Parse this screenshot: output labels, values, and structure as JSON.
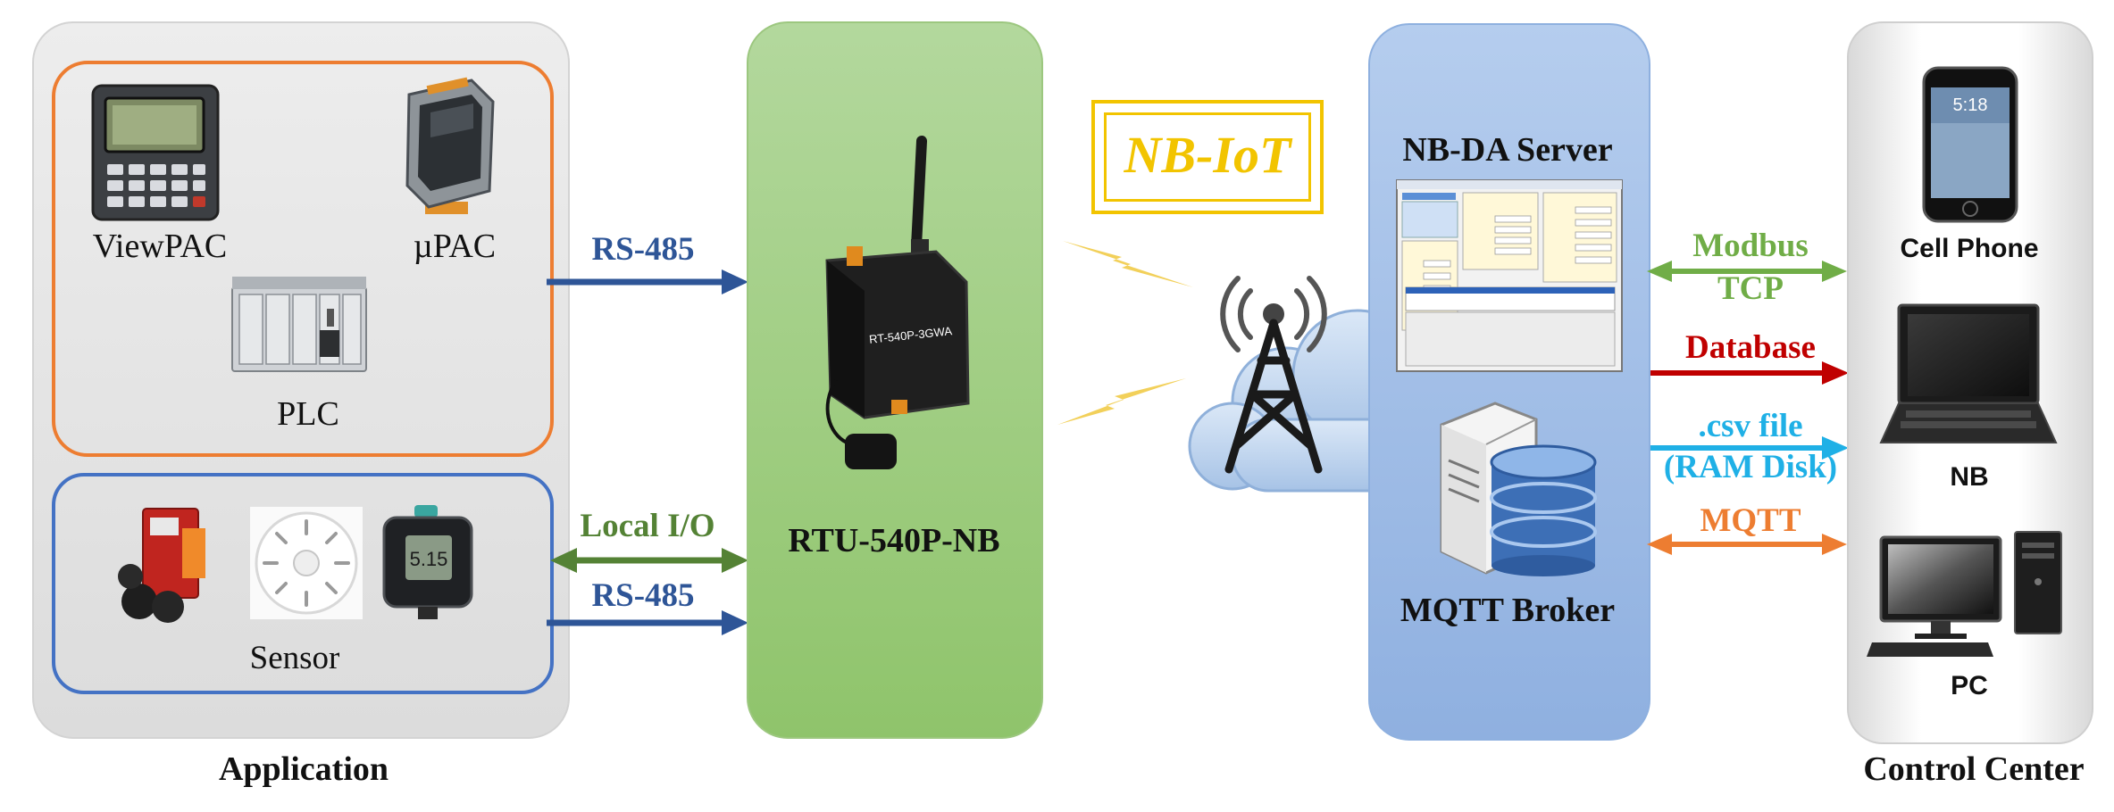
{
  "application": {
    "title": "Application",
    "devices": [
      "ViewPAC",
      "µPAC",
      "PLC"
    ],
    "sensor_label": "Sensor",
    "sensor_display": "5.15"
  },
  "rtu": {
    "label": "RTU-540P-NB",
    "device_text": "RT-540P-3GWA"
  },
  "links_left": {
    "rs485_top": "RS-485",
    "local_io": "Local I/O",
    "rs485_bottom": "RS-485"
  },
  "nbiot": {
    "label": "NB-IoT"
  },
  "server": {
    "title": "NB-DA Server",
    "broker": "MQTT Broker"
  },
  "links_right": {
    "modbus_line1": "Modbus",
    "modbus_line2": "TCP",
    "database": "Database",
    "csv_line1": ".csv file",
    "csv_line2": "(RAM Disk)",
    "mqtt": "MQTT"
  },
  "control_center": {
    "title": "Control Center",
    "phone_label": "Cell Phone",
    "phone_time": "5:18",
    "nb_label": "NB",
    "pc_label": "PC"
  },
  "colors": {
    "rs485": "#2e5597",
    "local_io": "#548235",
    "modbus": "#70ad47",
    "database": "#c00000",
    "csv": "#1fb0e6",
    "mqtt": "#ed7d31",
    "nbiot": "#f2c400"
  }
}
